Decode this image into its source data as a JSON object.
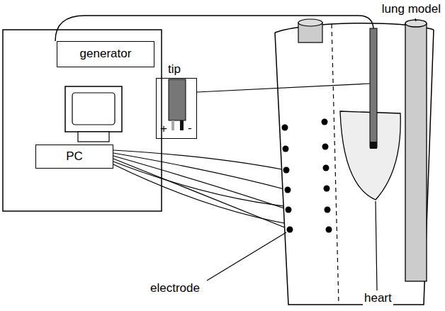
{
  "diagram": {
    "nodes": [
      {
        "text": [
          "generator"
        ]
      },
      {
        "text": [
          "PC"
        ]
      },
      {
        "text": [
          "tip",
          "+",
          "-"
        ]
      }
    ],
    "labels": [
      "lung model",
      "electrode",
      "heart"
    ]
  }
}
